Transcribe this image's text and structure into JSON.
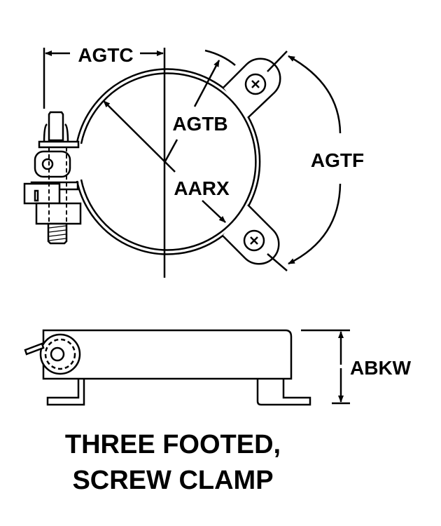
{
  "dimensions": {
    "agtc": "AGTC",
    "agtb": "AGTB",
    "aarx": "AARX",
    "agtf": "AGTF",
    "abkw": "ABKW"
  },
  "caption": {
    "line1": "THREE FOOTED,",
    "line2": "SCREW CLAMP"
  },
  "colors": {
    "ink": "#000000",
    "background": "#ffffff"
  }
}
